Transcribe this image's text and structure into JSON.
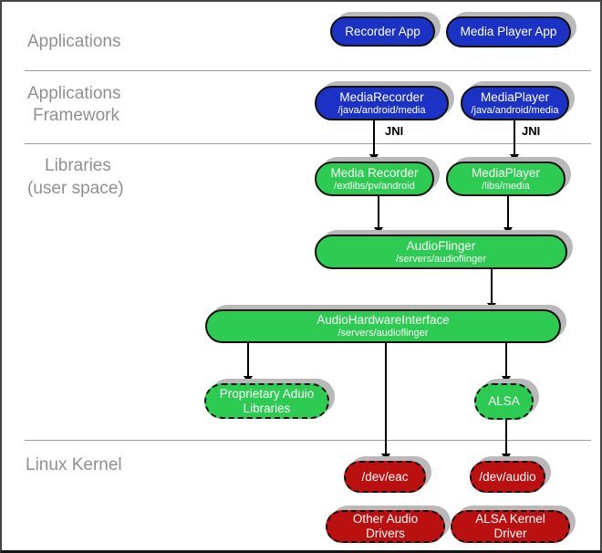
{
  "section_labels": {
    "applications": "Applications",
    "framework_line1": "Applications",
    "framework_line2": "Framework",
    "libraries_line1": "Libraries",
    "libraries_line2": "(user space)",
    "linux_kernel": "Linux Kernel"
  },
  "edge_labels": {
    "jni_left": "JNI",
    "jni_right": "JNI"
  },
  "nodes": {
    "recorder_app": {
      "title": "Recorder App"
    },
    "media_player_app": {
      "title": "Media Player App"
    },
    "media_recorder_framework": {
      "title": "MediaRecorder",
      "subtitle": "/java/android/media"
    },
    "media_player_framework": {
      "title": "MediaPlayer",
      "subtitle": "/java/android/media"
    },
    "media_recorder_lib": {
      "title": "Media Recorder",
      "subtitle": "/extlibs/pv/android"
    },
    "media_player_lib": {
      "title": "MediaPlayer",
      "subtitle": "/libs/media"
    },
    "audio_flinger": {
      "title": "AudioFlinger",
      "subtitle": "/servers/audioflinger"
    },
    "audio_hardware_interface": {
      "title": "AudioHardwareInterface",
      "subtitle": "/servers/audioflinger"
    },
    "proprietary_audio_libraries": {
      "title": "Proprietary Aduio Libraries"
    },
    "alsa": {
      "title": "ALSA"
    },
    "dev_eac": {
      "title": "/dev/eac"
    },
    "dev_audio": {
      "title": "/dev/audio"
    },
    "other_audio_drivers": {
      "title": "Other Audio Drivers"
    },
    "alsa_kernel_driver": {
      "title": "ALSA Kernel Driver"
    }
  },
  "colors": {
    "app_blue": "#1c32c4",
    "lib_green": "#2dcb52",
    "kernel_red": "#bb1010",
    "label_gray": "#909090",
    "shadow_gray": "#b9b9b9"
  }
}
